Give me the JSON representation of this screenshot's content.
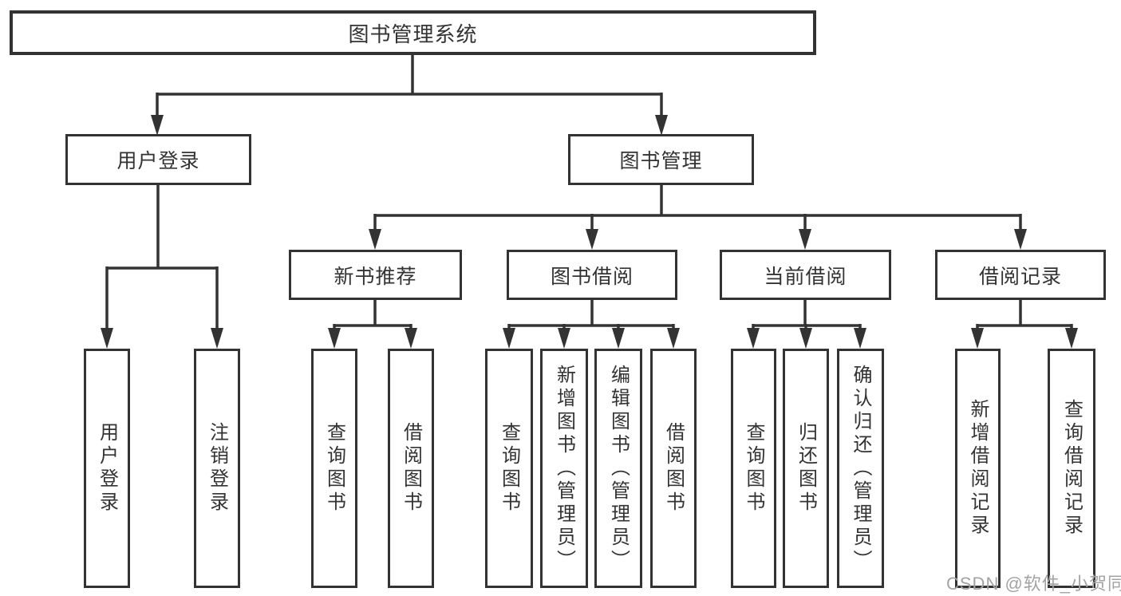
{
  "diagram": {
    "root": "图书管理系统",
    "branches": {
      "user_login": {
        "label": "用户登录",
        "children": [
          "用户登录",
          "注销登录"
        ]
      },
      "book_management": {
        "label": "图书管理",
        "sections": {
          "new_book_recommend": {
            "label": "新书推荐",
            "children": [
              "查询图书",
              "借阅图书"
            ]
          },
          "book_borrowing": {
            "label": "图书借阅",
            "children": [
              "查询图书",
              "新增图书（管理员）",
              "编辑图书（管理员）",
              "借阅图书"
            ]
          },
          "current_borrowing": {
            "label": "当前借阅",
            "children": [
              "查询图书",
              "归还图书",
              "确认归还（管理员）"
            ]
          },
          "borrowing_records": {
            "label": "借阅记录",
            "children": [
              "新增借阅记录",
              "查询借阅记录"
            ]
          }
        }
      }
    },
    "line_color": "#333333",
    "watermark_color": "#a3a3a3"
  },
  "watermark": {
    "text": "CSDN @软件_小贺同学"
  }
}
